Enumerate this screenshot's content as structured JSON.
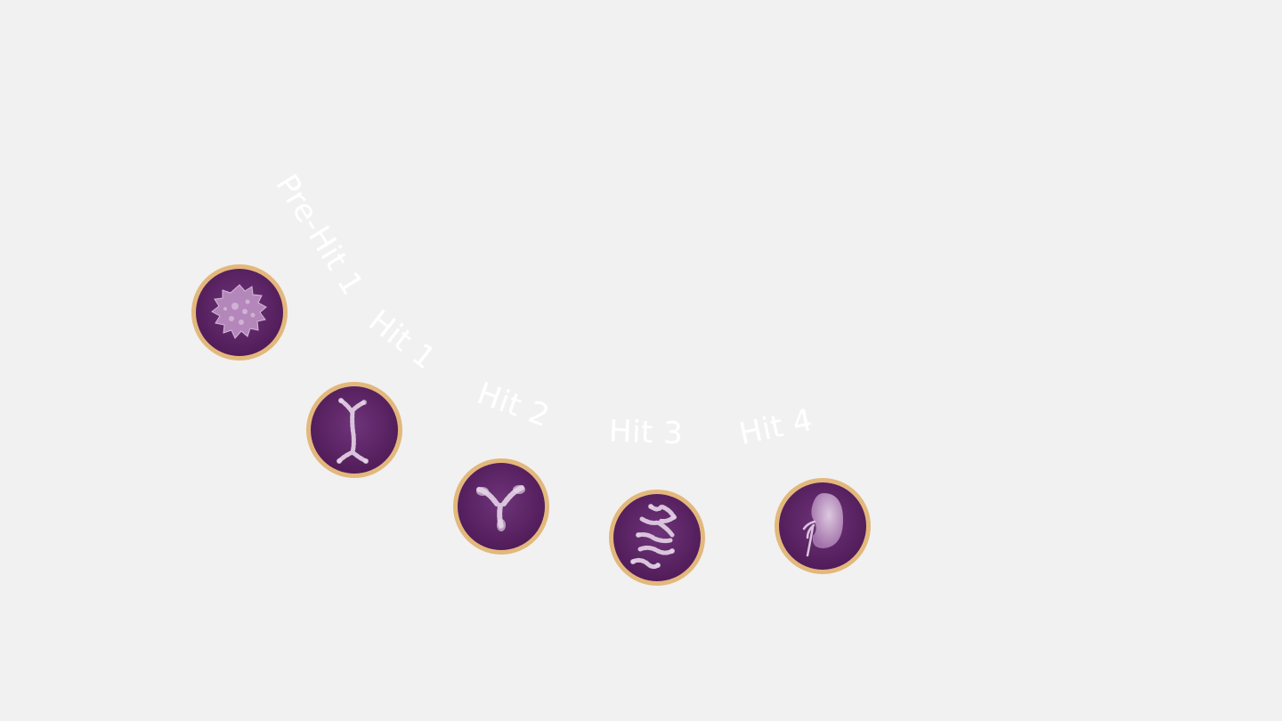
{
  "labels": [
    "Pre-Hit 1",
    "Hit 1",
    "Hit 2",
    "Hit 3",
    "Hit 4"
  ],
  "badges": [
    {
      "icon": "cell-icon"
    },
    {
      "icon": "long-molecule-icon"
    },
    {
      "icon": "antibody-icon"
    },
    {
      "icon": "immune-complex-icon"
    },
    {
      "icon": "kidney-icon"
    }
  ],
  "colors": {
    "background": "#f1f1f1",
    "badge_fill": "#5a2362",
    "badge_center": "#6e3479",
    "badge_ring": "#e3b87c",
    "label": "#ffffff",
    "icon": "#d9c4dc"
  }
}
